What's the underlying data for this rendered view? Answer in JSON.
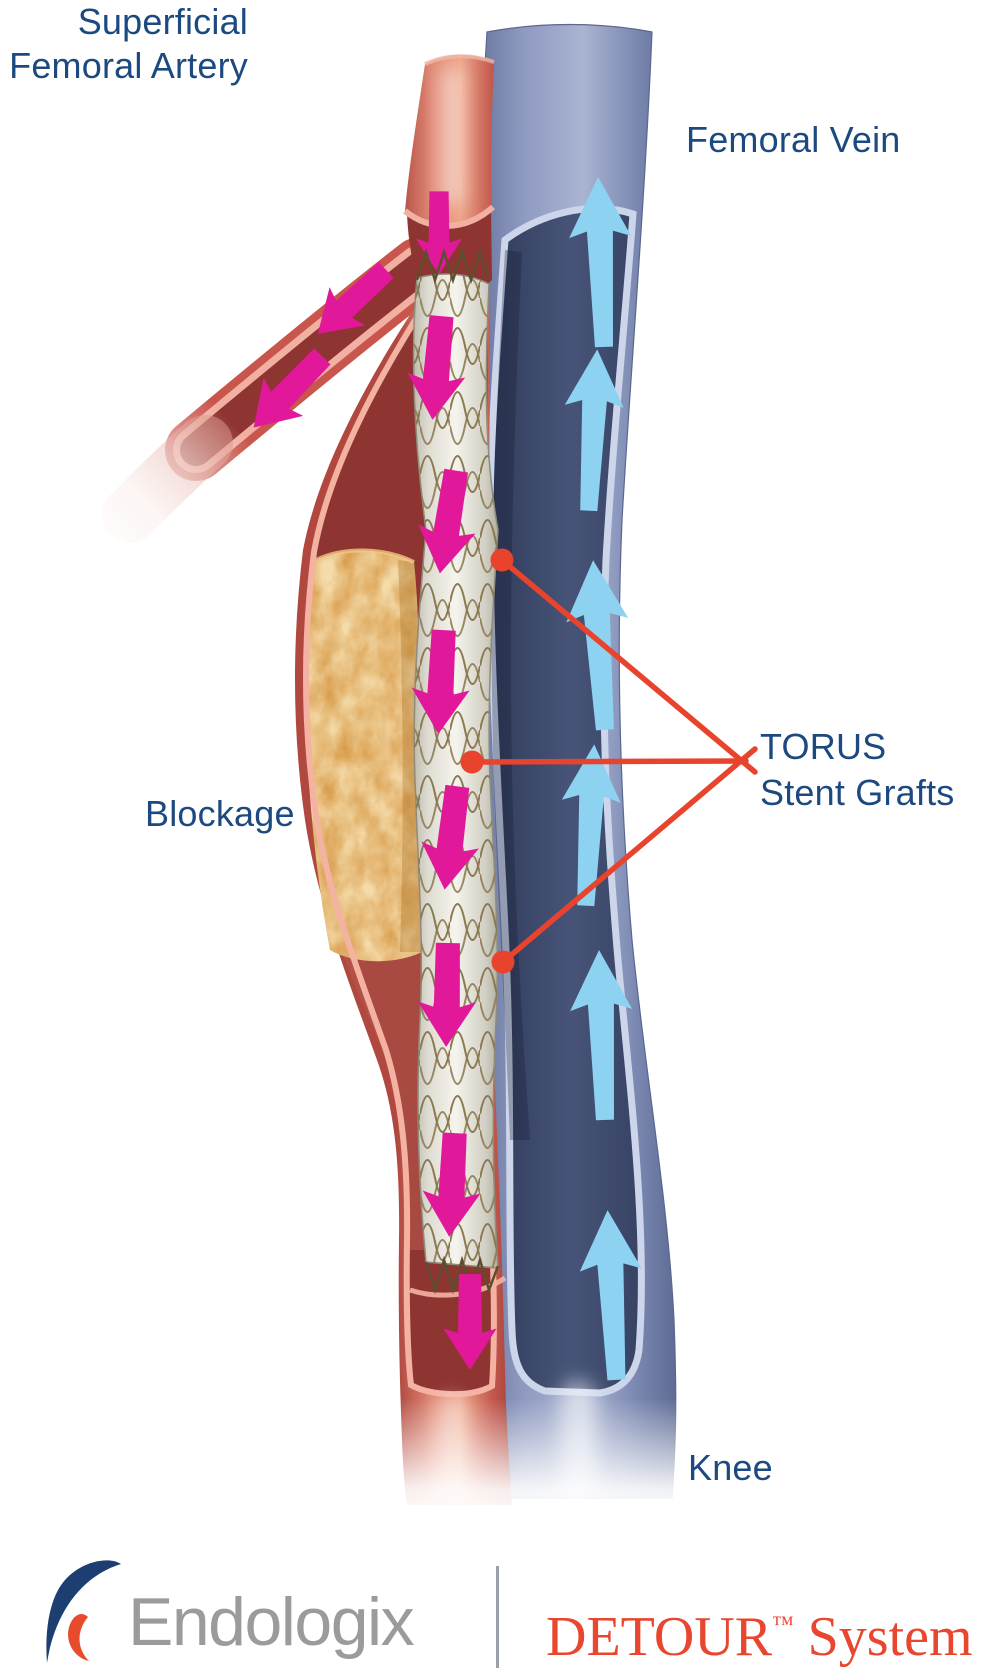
{
  "labels": {
    "femoral_vein": "Femoral Vein",
    "artery_line1": "Superficial",
    "artery_line2": "Femoral Artery",
    "blockage": "Blockage",
    "stent_callout_line1": "TORUS",
    "stent_callout_line2": "Stent Grafts",
    "knee": "Knee"
  },
  "footer": {
    "brand": "Endologix",
    "product": "DETOUR",
    "trademark": "™",
    "suffix": "System"
  },
  "colors": {
    "label_text": "#1c4a80",
    "callout_red": "#e8432c",
    "artery_flow": "#e2189a",
    "vein_flow": "#8ed2f2",
    "artery_lumen": "#8e3431",
    "plaque": "#d89b49",
    "stent_wire": "#8a7850",
    "brand_gray": "#9b9b9b",
    "product_red": "#e8462e",
    "divider_gray": "#9aa0a6"
  }
}
